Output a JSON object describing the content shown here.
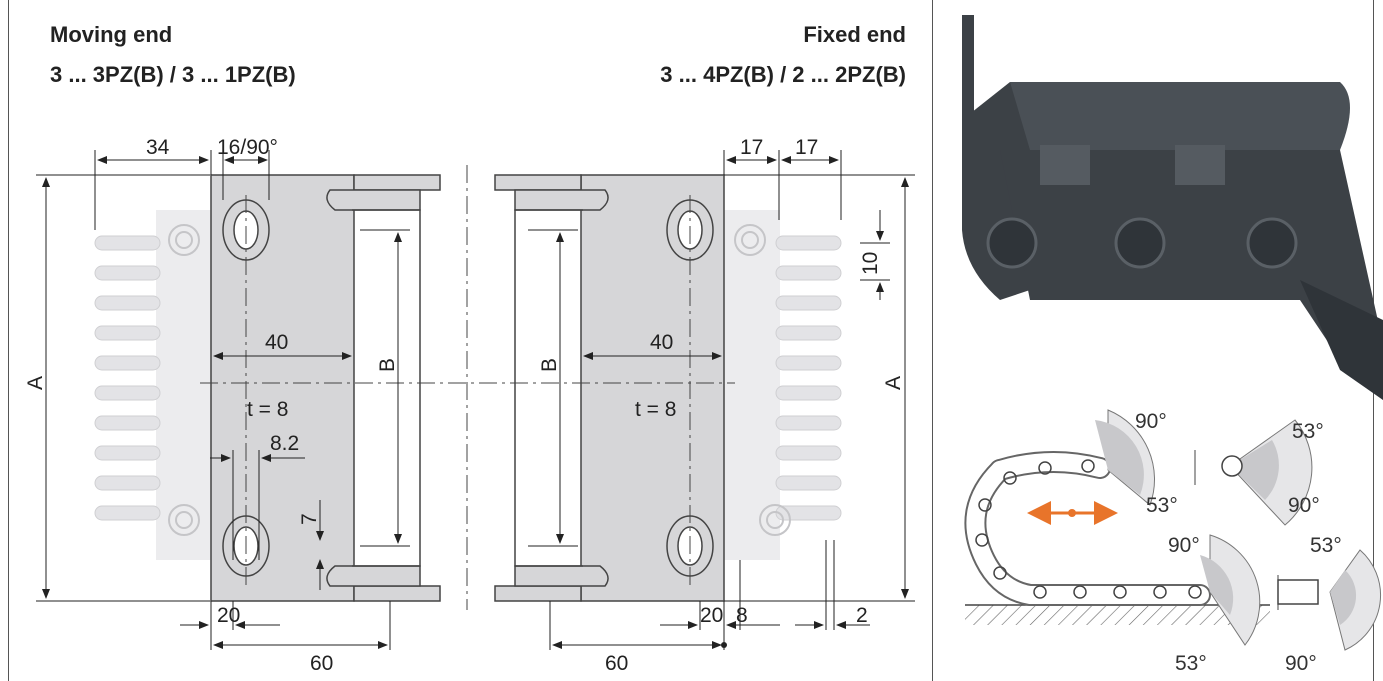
{
  "headers": {
    "moving_title": "Moving end",
    "moving_sub": "3 ... 3PZ(B) / 3 ... 1PZ(B)",
    "fixed_title": "Fixed end",
    "fixed_sub": "3 ... 4PZ(B) / 2 ... 2PZ(B)"
  },
  "dimensions": {
    "d34": "34",
    "d16_90": "16/90°",
    "d17a": "17",
    "d17b": "17",
    "d10": "10",
    "d40_left": "40",
    "d40_right": "40",
    "t_left": "t = 8",
    "t_right": "t = 8",
    "d8_2": "8.2",
    "d7": "7",
    "A_left": "A",
    "A_right": "A",
    "B_left": "B",
    "B_right": "B",
    "d20_left": "20",
    "d60_left": "60",
    "d60_right": "60",
    "d20_right": "20",
    "d8": "8",
    "d2": "2"
  },
  "angles": {
    "top_left_90": "90°",
    "top_left_53": "53°",
    "top_right_53": "53°",
    "top_right_90": "90°",
    "bot_left_90": "90°",
    "bot_left_53": "53°",
    "bot_right_53": "53°",
    "bot_right_90": "90°"
  },
  "colors": {
    "bracket_fill": "#d6d6d8",
    "comb_fill": "#ececee",
    "arrow": "#e8742a",
    "chain_dark": "#3c4146"
  }
}
